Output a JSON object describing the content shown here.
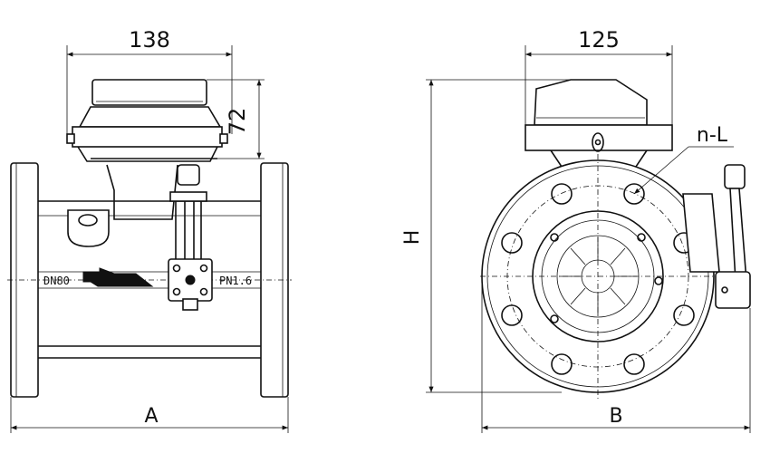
{
  "dimensions": {
    "left_width": "138",
    "left_height": "72",
    "right_width": "125",
    "overall_length": "A",
    "overall_height": "H",
    "overall_width": "B",
    "bolt_holes": "n-L"
  },
  "markings": {
    "nominal_diameter": "DN80",
    "pressure_rating": "PN1.6"
  }
}
